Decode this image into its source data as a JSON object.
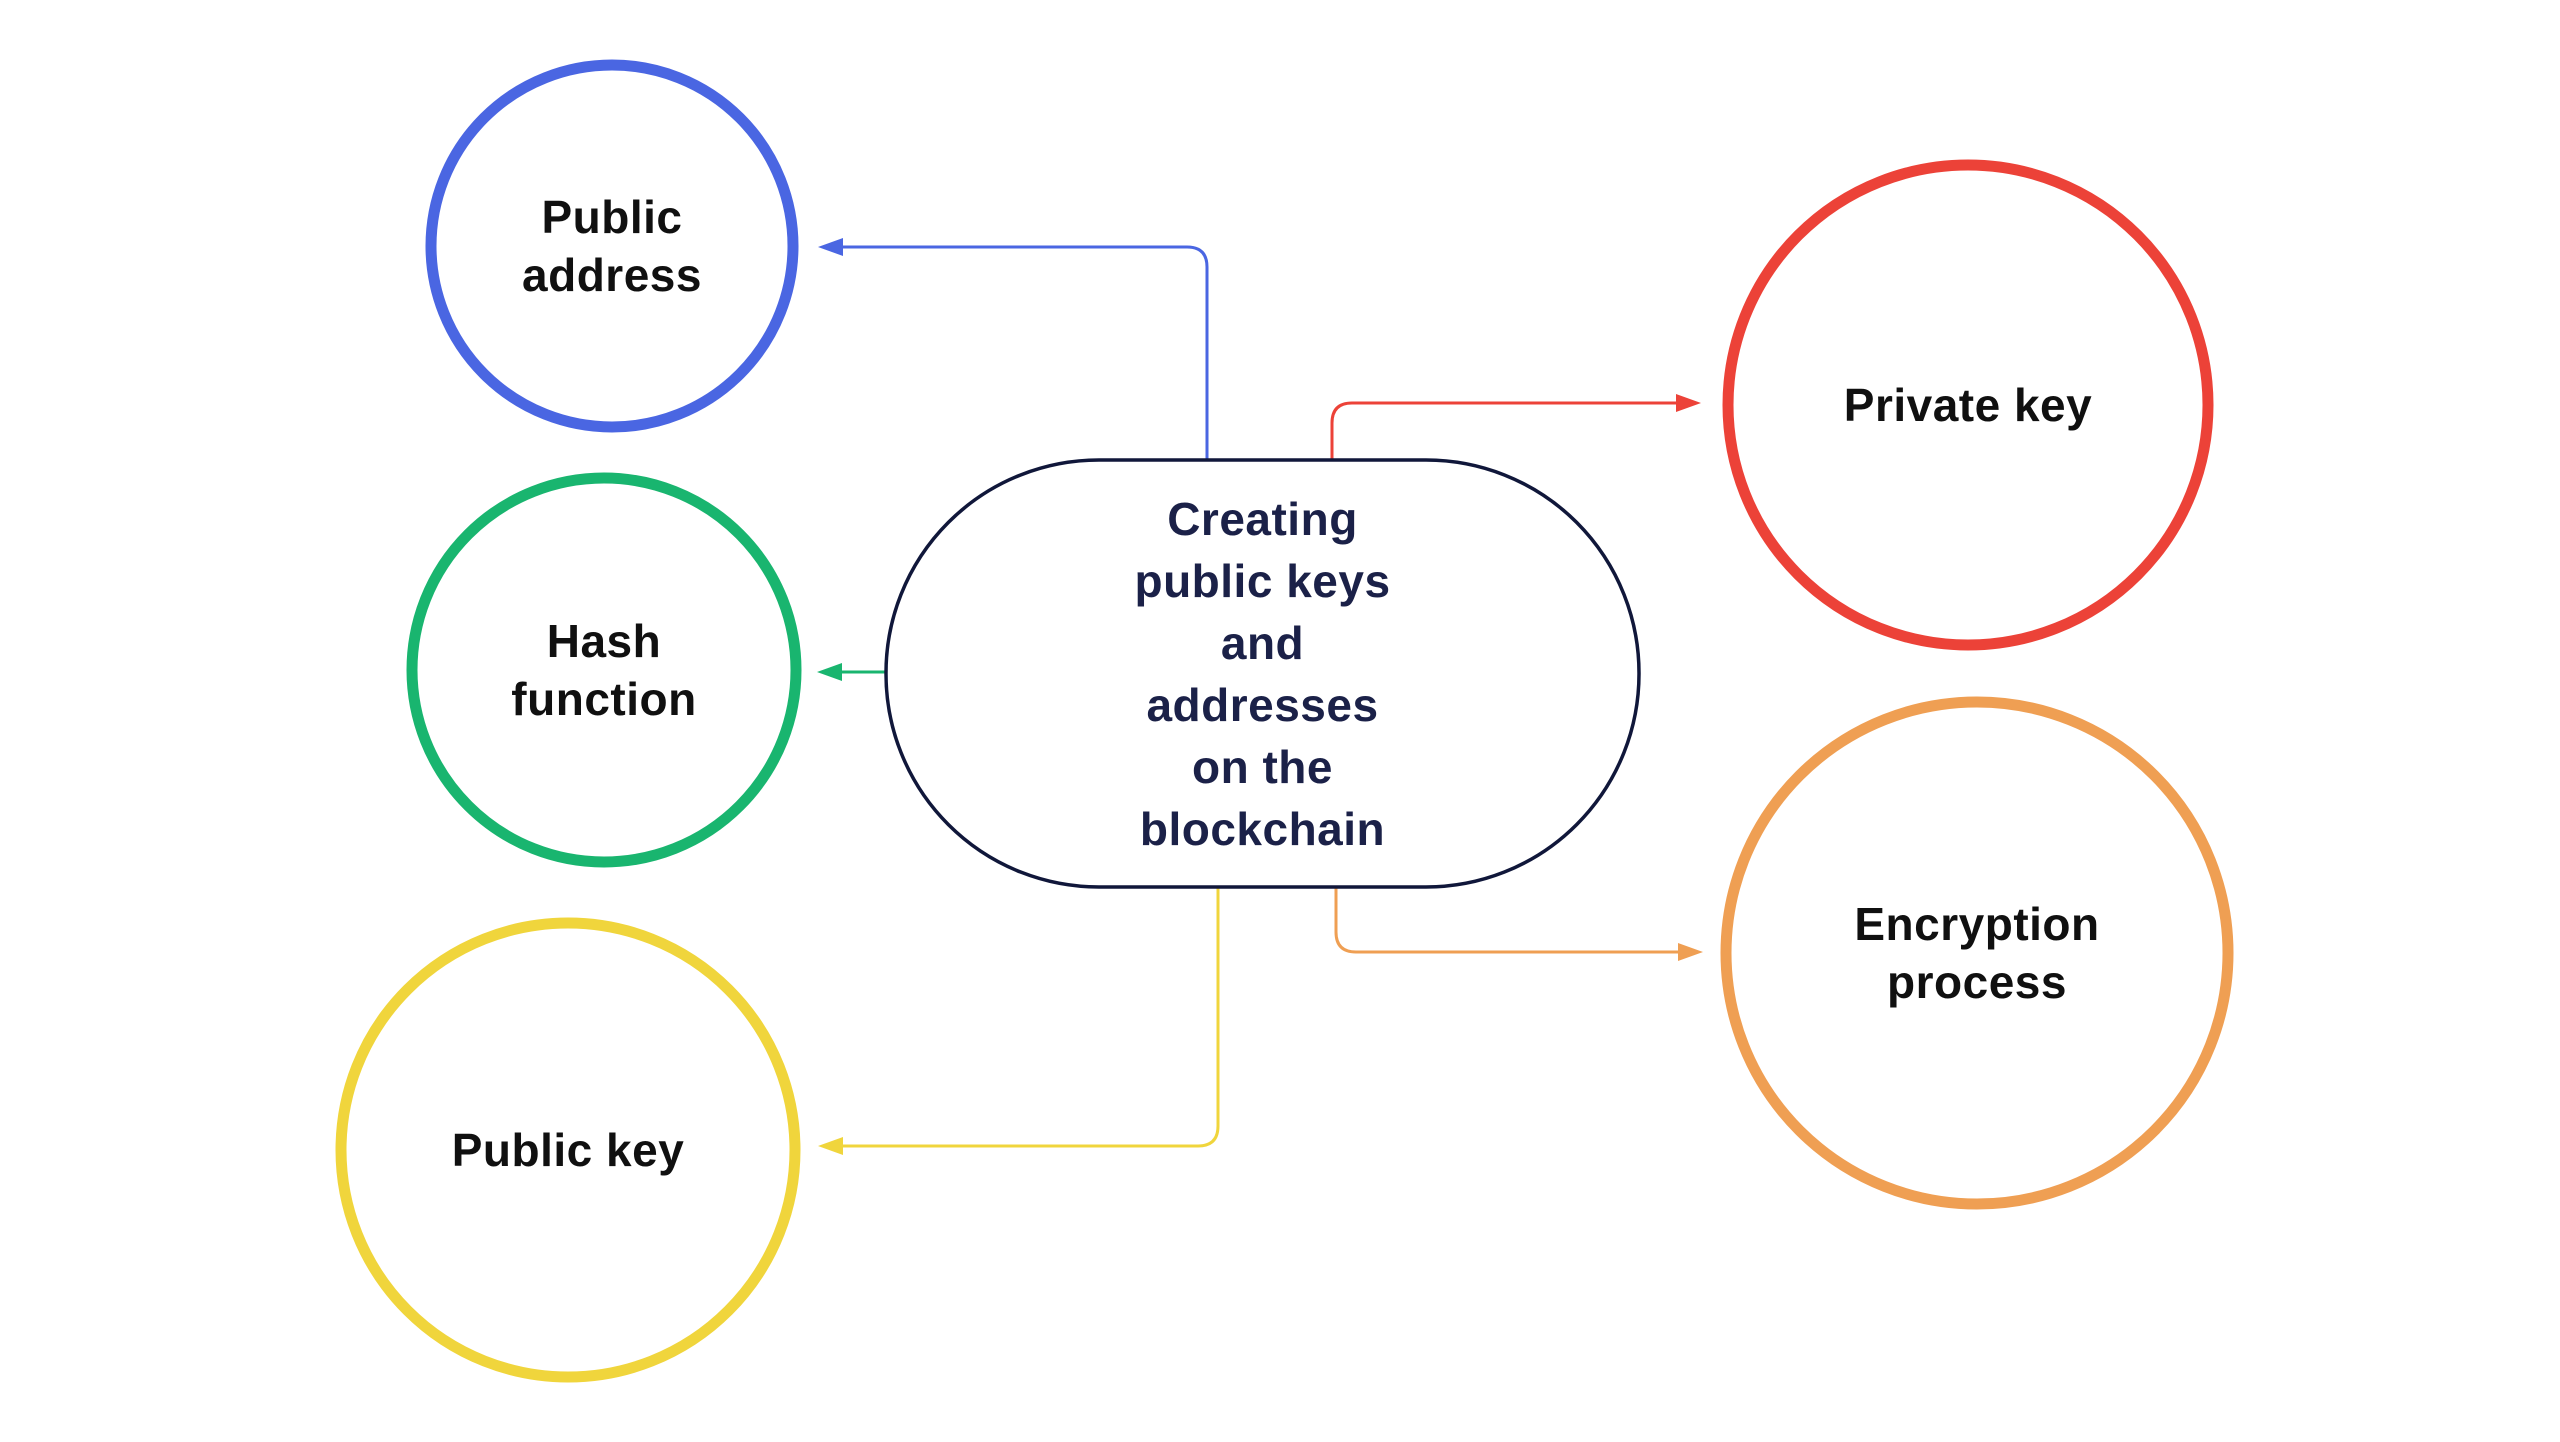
{
  "diagram": {
    "background": "#ffffff",
    "center": {
      "label": "Creating\npublic keys\nand\naddresses\non the\nblockchain",
      "border_color": "#10173a",
      "text_color": "#1b2148"
    },
    "nodes": [
      {
        "id": "public-address",
        "label": "Public\naddress",
        "color": "#4a66e2",
        "position": "top-left"
      },
      {
        "id": "hash-function",
        "label": "Hash\nfunction",
        "color": "#19b56f",
        "position": "middle-left"
      },
      {
        "id": "public-key",
        "label": "Public key",
        "color": "#f0d53c",
        "position": "bottom-left"
      },
      {
        "id": "private-key",
        "label": "Private key",
        "color": "#ec4238",
        "position": "top-right"
      },
      {
        "id": "encryption-process",
        "label": "Encryption\nprocess",
        "color": "#ef9f53",
        "position": "bottom-right"
      }
    ],
    "node_text_color": "#101010"
  }
}
